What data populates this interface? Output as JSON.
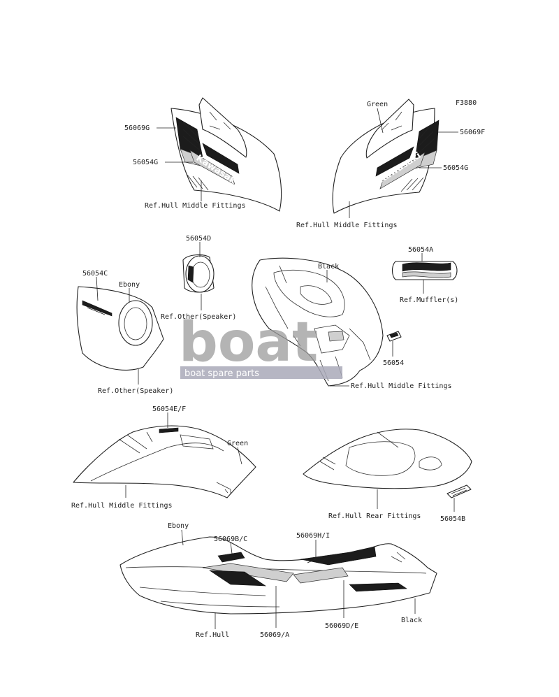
{
  "figure_code": "F3880",
  "callouts": {
    "top_left_part_a": "56069G",
    "top_left_part_b": "56054G",
    "top_left_ref": "Ref.Hull Middle Fittings",
    "top_right_color": "Green",
    "top_right_part_a": "56069F",
    "top_right_part_b": "56054G",
    "top_right_ref": "Ref.Hull Middle Fittings",
    "speaker_part": "56054D",
    "speaker_ref": "Ref.Other(Speaker)",
    "cover_part": "56054C",
    "cover_color": "Ebony",
    "cover_ref": "Ref.Other(Speaker)",
    "hull_color": "Black",
    "hull_part": "56054",
    "hull_ref": "Ref.Hull Middle Fittings",
    "muffler_part": "56054A",
    "muffler_ref": "Ref.Muffler(s)",
    "deck_part": "56054E/F",
    "deck_color": "Green",
    "deck_ref": "Ref.Hull Middle Fittings",
    "rear_ref": "Ref.Hull Rear Fittings",
    "rear_part": "56054B",
    "side_color_top": "Ebony",
    "side_part_a": "56069B/C",
    "side_part_b": "56069H/I",
    "side_color_bottom": "Black",
    "side_ref": "Ref.Hull",
    "side_part_c": "56069/A",
    "side_part_d": "56069D/E"
  },
  "decal_text": {
    "left_panel": "Kawasaki",
    "right_panel": "Kawasaki"
  },
  "watermark": {
    "word": "boat",
    "tagline": "boat spare parts"
  }
}
